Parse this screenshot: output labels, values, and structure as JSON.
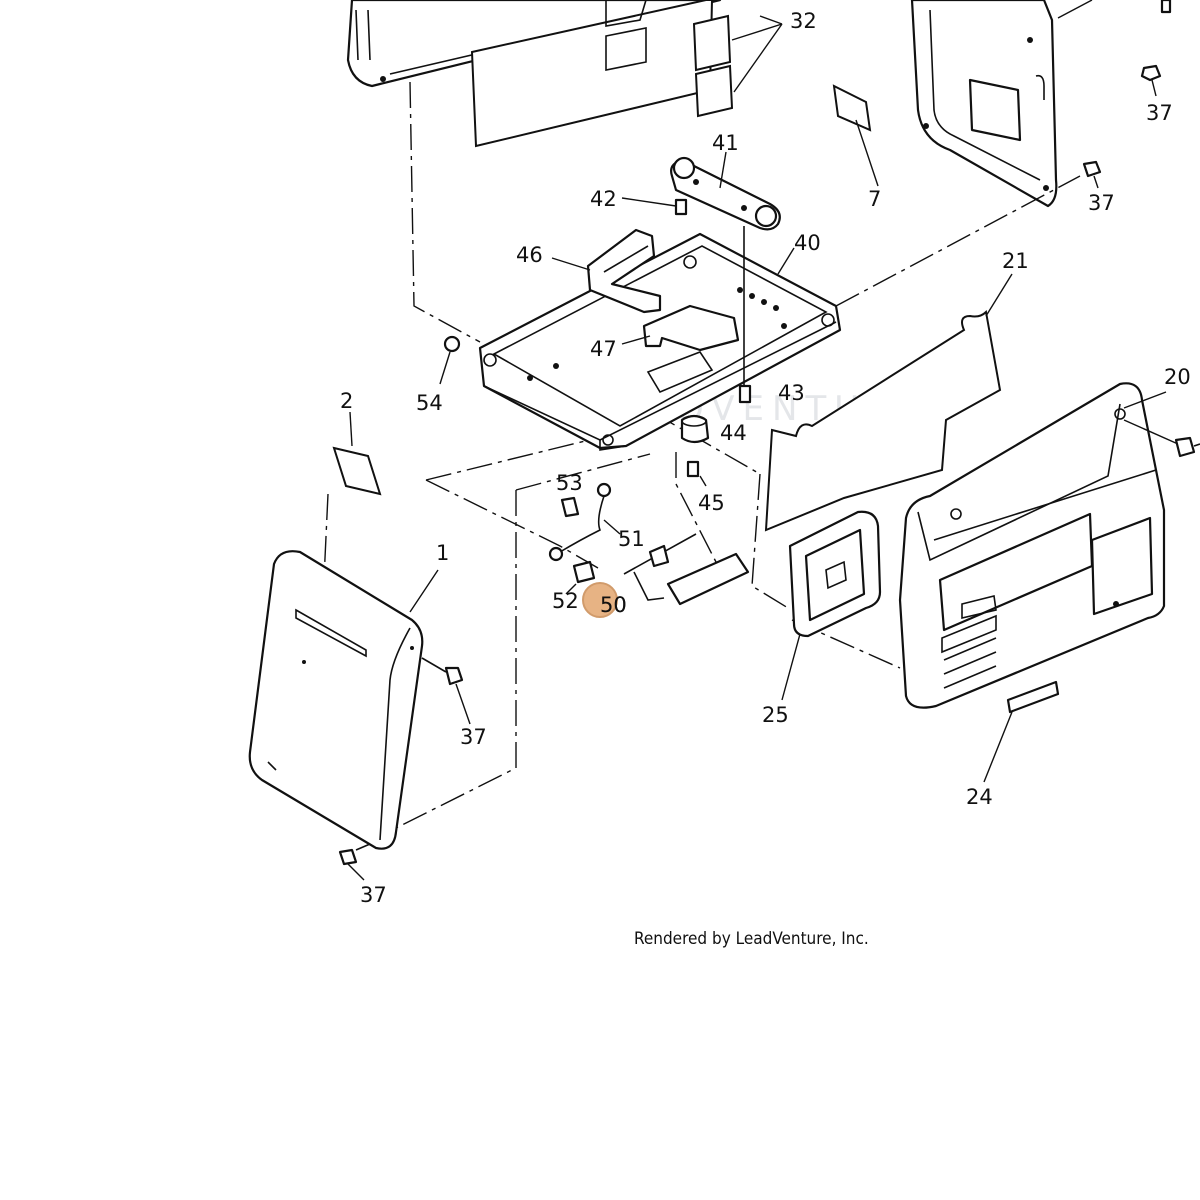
{
  "callouts": {
    "c1": "1",
    "c2": "2",
    "c7": "7",
    "c20": "20",
    "c21": "21",
    "c24": "24",
    "c25": "25",
    "c32": "32",
    "c37a": "37",
    "c37b": "37",
    "c37c": "37",
    "c37d": "37",
    "c40": "40",
    "c41": "41",
    "c42": "42",
    "c43": "43",
    "c44": "44",
    "c45": "45",
    "c46": "46",
    "c47": "47",
    "c50": "50",
    "c51": "51",
    "c52": "52",
    "c53": "53",
    "c54": "54"
  },
  "watermark": "LEADVENTURE",
  "credit": "Rendered by LeadVenture, Inc.",
  "highlight": {
    "part": "50",
    "color": "#e09a5c"
  }
}
